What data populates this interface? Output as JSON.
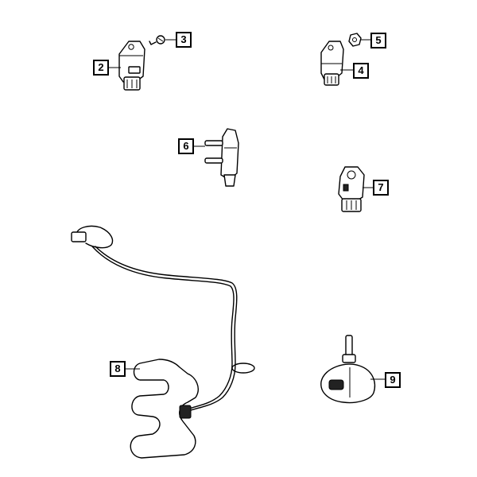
{
  "callouts": {
    "c2": "2",
    "c3": "3",
    "c4": "4",
    "c5": "5",
    "c6": "6",
    "c7": "7",
    "c8": "8",
    "c9": "9"
  }
}
